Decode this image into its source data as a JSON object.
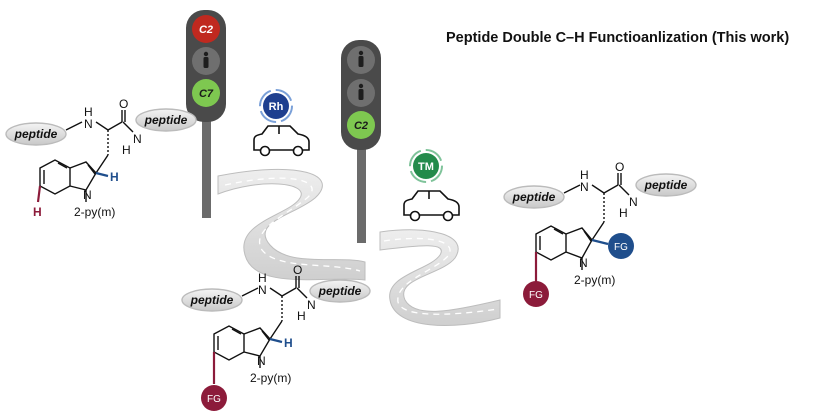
{
  "title": "Peptide Double C–H Functioanlization (This work)",
  "traffic_light_1": {
    "top": "C2",
    "bottom": "C7"
  },
  "traffic_light_2": {
    "bottom": "C2"
  },
  "catalysts": {
    "first": "Rh",
    "second": "TM"
  },
  "molecules": {
    "start": {
      "peptide_left": "peptide",
      "peptide_right": "peptide",
      "n_atom": "N",
      "o_atom": "O",
      "nh_left": "H",
      "nh_right": "H",
      "h_c2": "H",
      "h_c7": "H",
      "directing_group": "2-py(m)"
    },
    "middle": {
      "peptide_left": "peptide",
      "peptide_right": "peptide",
      "n_atom": "N",
      "o_atom": "O",
      "nh_left": "H",
      "nh_right": "H",
      "h_c2": "H",
      "fg_c7": "FG",
      "directing_group": "2-py(m)"
    },
    "final": {
      "peptide_left": "peptide",
      "peptide_right": "peptide",
      "n_atom": "N",
      "o_atom": "O",
      "nh_left": "H",
      "nh_right": "H",
      "fg_c2": "FG",
      "fg_c7": "FG",
      "directing_group": "2-py(m)"
    }
  },
  "colors": {
    "red_light": "#c0291f",
    "green_light": "#7ec850",
    "rh_badge": "#1e3f8f",
    "tm_badge": "#238b4b",
    "fg_blue": "#1f4e8c",
    "fg_maroon": "#8c1b3a",
    "road": "#d9d9d9"
  }
}
